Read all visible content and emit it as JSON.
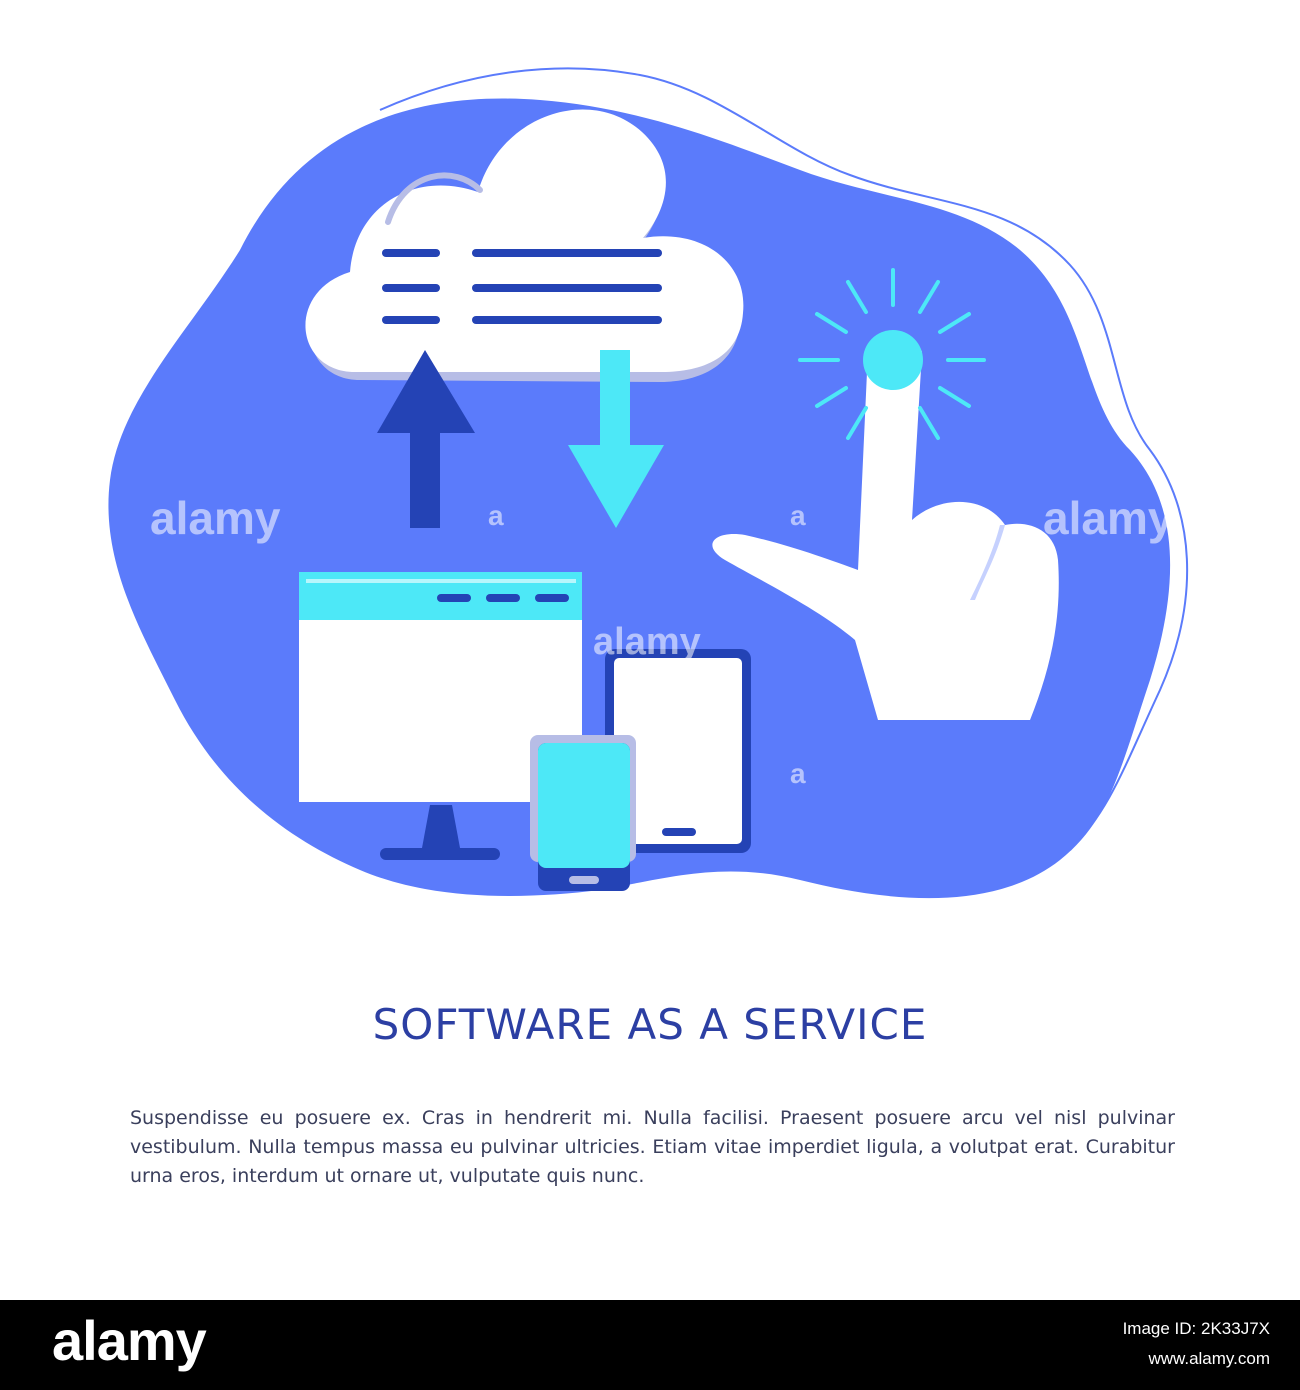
{
  "illustration": {
    "colors": {
      "blob": "#5b7bfb",
      "outline": "#5b7bfb",
      "dark_blue": "#2443b5",
      "cyan": "#4de8f7",
      "cloud_shadow": "#b7bde6",
      "white": "#ffffff"
    },
    "icons": [
      "cloud-icon",
      "upload-arrow-icon",
      "download-arrow-icon",
      "monitor-icon",
      "tablet-icon",
      "smartphone-icon",
      "hand-pointer-icon",
      "tap-burst-icon"
    ]
  },
  "watermark": {
    "text": "alamy",
    "small": "a"
  },
  "heading": "SOFTWARE AS A SERVICE",
  "body": "Suspendisse eu posuere ex. Cras in hendrerit mi. Nulla facilisi. Praesent posuere arcu vel nisl pulvinar vestibulum. Nulla tempus massa eu pulvinar ultricies. Etiam vitae imperdiet ligula, a volutpat erat. Curabitur urna eros, interdum ut ornare ut, vulputate quis nunc.",
  "footer": {
    "logo": "alamy",
    "image_id_label": "Image ID: 2K33J7X",
    "site": "www.alamy.com"
  }
}
